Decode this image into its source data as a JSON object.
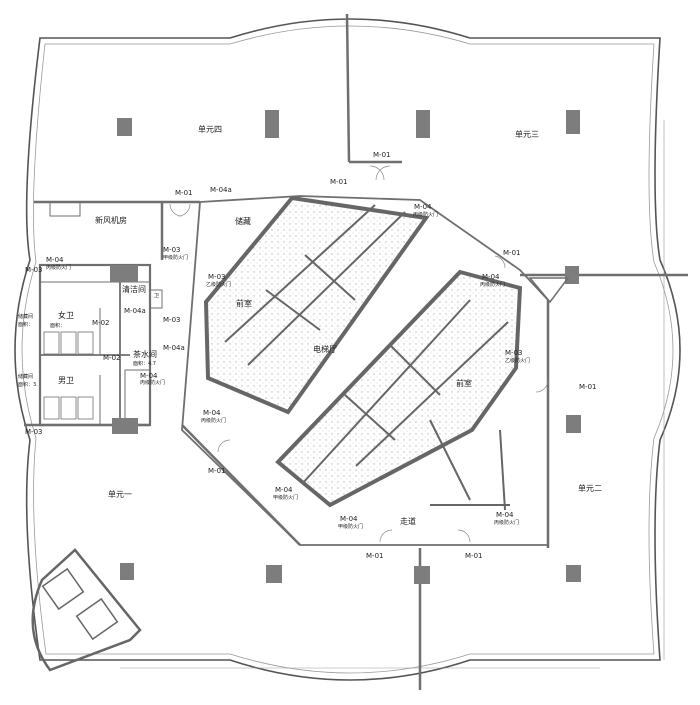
{
  "colors": {
    "wall": "#7a7a7a",
    "column": "#7d7d7d",
    "line": "#555555",
    "text": "#222222",
    "dots": "#bdbdbd",
    "background": "#ffffff"
  },
  "units": {
    "unit1": "单元一",
    "unit2": "单元二",
    "unit3": "单元三",
    "unit4": "单元四"
  },
  "rooms": {
    "fresh_air": "新风机房",
    "storage_top": "储藏",
    "elevator_hall": "电梯厅",
    "corridor": "走道",
    "female_wc": "女卫",
    "female_area": "面积：",
    "male_wc": "男卫",
    "tea_room": "茶水间",
    "tea_area": "面积：4.7",
    "cleaning": "清洁间",
    "storage_left1": "储藏间",
    "storage_left1_area": "面积：",
    "storage_left2": "储藏间",
    "storage_left2_area": "面积：3.",
    "front_room_left": "前室",
    "front_room_right": "前室",
    "wc_small": "卫"
  },
  "doors": {
    "m01_top": "M-01",
    "m01_a": "M-01",
    "m01_b": "M-01",
    "m01_c": "M-01",
    "m01_right": "M-01",
    "m01_d": "M-01",
    "m01_e": "M-01",
    "m01_bottom": "M-01",
    "m03_a": "M-03",
    "m03_a_sub": "甲级防火门",
    "m03_b": "M-03",
    "m03_b_sub": "乙级防火门",
    "m03_c": "M-03",
    "m03_d": "M-03",
    "m03_d_sub": "乙级防火门",
    "m03_left1": "M-03",
    "m03_left2": "M-03",
    "m04_a": "M-04",
    "m04_a_sub": "丙级防火门",
    "m04_b": "M-04",
    "m04_b_sub": "丙级防火门",
    "m04_c": "M-04",
    "m04_c_sub": "丙级防火门",
    "m04_d": "M-04",
    "m04_d_sub": "丙级防火门",
    "m04_e": "M-04",
    "m04_e_sub": "丙级防火门",
    "m04_f": "M-04",
    "m04_f_sub": "甲级防火门",
    "m04_g": "M-04",
    "m04_g_sub": "甲级防火门",
    "m04_h": "M-04",
    "m04_h_sub": "丙级防火门",
    "m04a_a": "M-04a",
    "m04a_b": "M-04a",
    "m04a_c": "M-04a",
    "m02_a": "M-02",
    "m02_b": "M-02"
  }
}
